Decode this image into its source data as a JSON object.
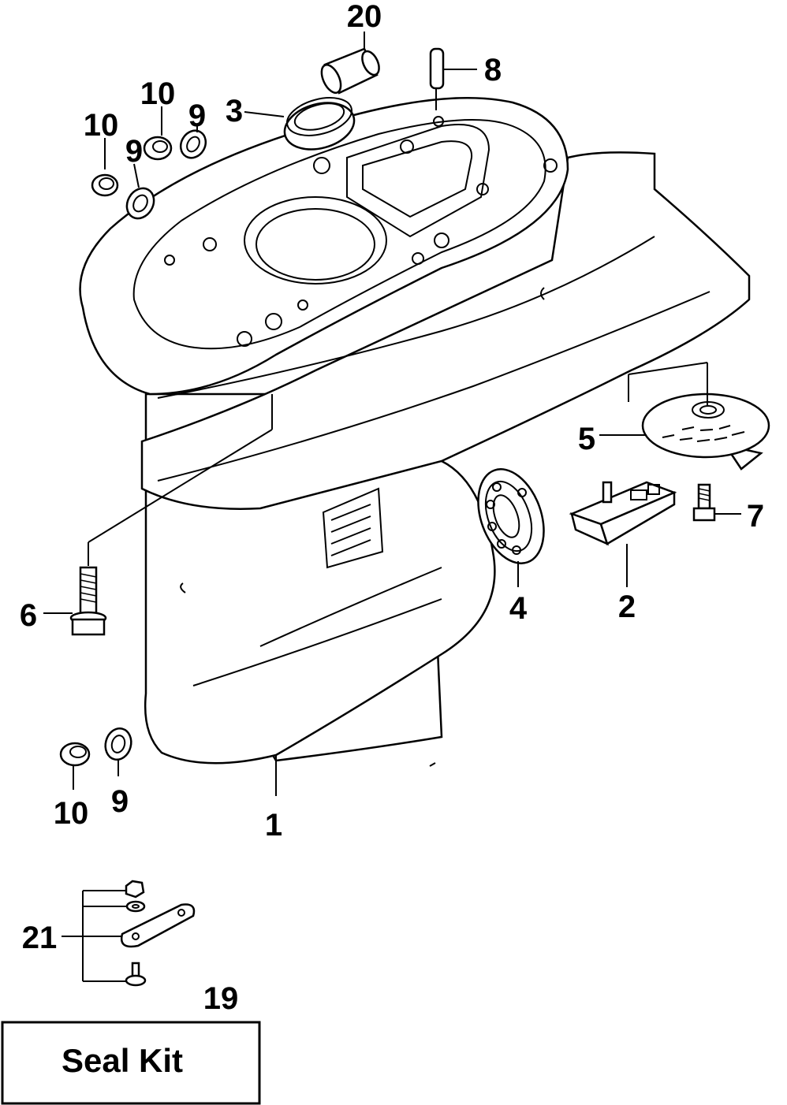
{
  "callouts": {
    "c1": "1",
    "c2": "2",
    "c3": "3",
    "c4": "4",
    "c5": "5",
    "c6a": "6",
    "c7": "7",
    "c8": "8",
    "c9a": "9",
    "c9b": "9",
    "c9c": "9",
    "c10a": "10",
    "c10b": "10",
    "c10c": "10",
    "c19": "19",
    "c20": "20",
    "c21": "21"
  },
  "seal_kit": {
    "label": "Seal Kit"
  }
}
